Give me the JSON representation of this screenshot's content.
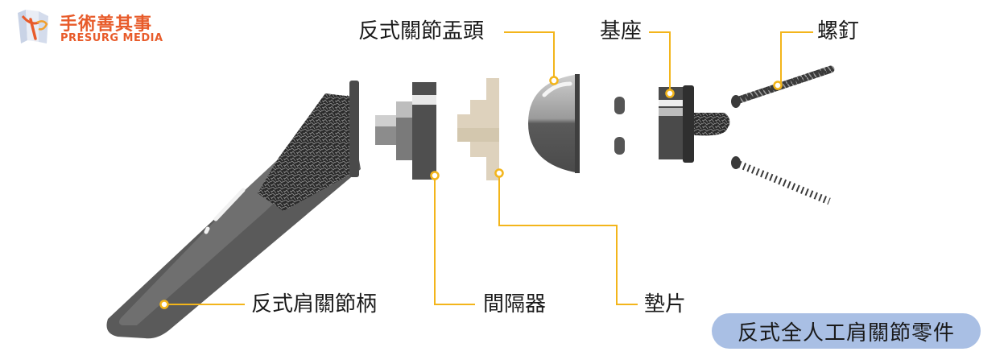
{
  "logo": {
    "name_cn": "手術善其事",
    "name_en": "PRESURG MEDIA",
    "icon": "hand-scalpel-logo-icon"
  },
  "parts": {
    "glenosphere": "反式關節盂頭",
    "baseplate": "基座",
    "screw": "螺釘",
    "stem": "反式肩關節柄",
    "spacer": "間隔器",
    "liner": "墊片"
  },
  "badge": "反式全人工肩關節零件",
  "colors": {
    "brand": "#e85b2a",
    "callout": "#f3b51b",
    "badge_bg": "#a9bfe4",
    "metal_dark": "#4d4d4d",
    "metal_mid": "#6e6e6e",
    "liner": "#ded2bd"
  }
}
